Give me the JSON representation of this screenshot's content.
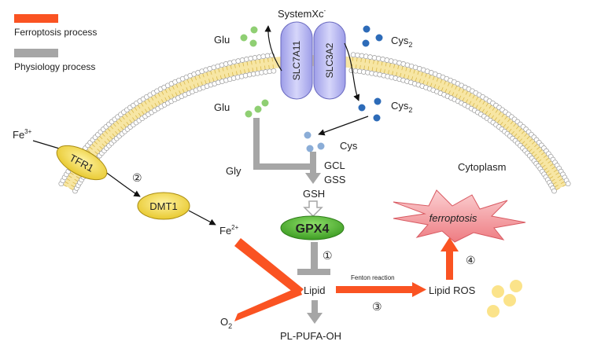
{
  "legend": {
    "ferroptosis": "Ferroptosis process",
    "physiology": "Physiology process"
  },
  "labels": {
    "systemxc": "SystemXc",
    "systemxc_sup": "-",
    "slc7a11": "SLC7A11",
    "slc3a2": "SLC3A2",
    "glu_out": "Glu",
    "glu_in": "Glu",
    "cys2": "Cys",
    "cys2_sub": "2",
    "cys": "Cys",
    "fe3": "Fe",
    "fe3_sup": "3+",
    "fe2": "Fe",
    "fe2_sup": "2+",
    "tfr1": "TFR1",
    "dmt1": "DMT1",
    "gly": "Gly",
    "gcl": "GCL",
    "gss": "GSS",
    "gsh": "GSH",
    "gpx4": "GPX4",
    "lipid": "Lipid",
    "pl_pufa_oh": "PL-PUFA-OH",
    "o2": "O",
    "o2_sub": "2",
    "fenton": "Fenton reaction",
    "lipid_ros": "Lipid ROS",
    "ferroptosis": "ferroptosis",
    "cytoplasm": "Cytoplasm"
  },
  "steps": [
    "①",
    "②",
    "③",
    "④"
  ],
  "colors": {
    "ferroptosis": "#fa5322",
    "physiology": "#a6a6a6",
    "membrane_head": "#ffffff",
    "membrane_tail": "#f5d87a",
    "transporter": "#b4b4ee",
    "yellow_oval": "#f6e15a",
    "gpx4": "#5ec43a",
    "burst": "#f7b2b5",
    "glu_dot": "#8fcf73",
    "cys_dot": "#2d6bb8",
    "ros_dot": "#fbe38a",
    "step": "#5b9bd5"
  }
}
